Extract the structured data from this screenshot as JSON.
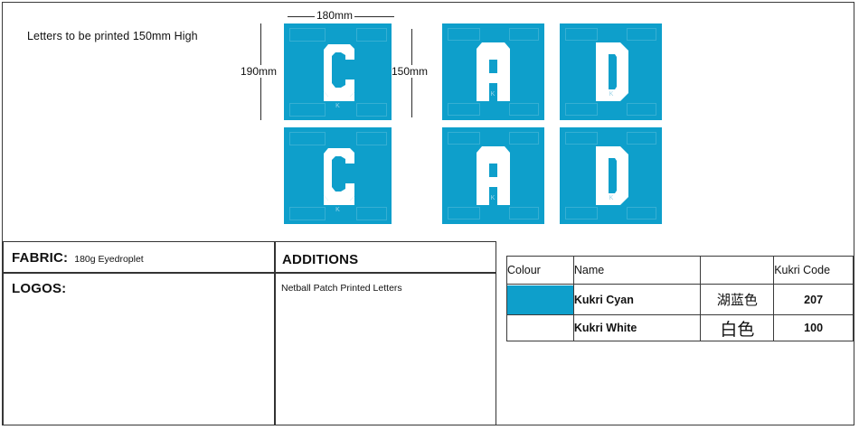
{
  "document": {
    "note": "Letters to be printed 150mm High"
  },
  "colors": {
    "kukri_cyan": "#0e9fcb",
    "kukri_white": "#ffffff",
    "line": "#333333"
  },
  "dimensions": {
    "width_label": "180mm",
    "height_left_label": "190mm",
    "height_right_label": "150mm"
  },
  "artwork": {
    "tiles": [
      {
        "letter": "C",
        "row": 1,
        "col": 1
      },
      {
        "letter": "A",
        "row": 1,
        "col": 2
      },
      {
        "letter": "D",
        "row": 1,
        "col": 3
      },
      {
        "letter": "C",
        "row": 2,
        "col": 1
      },
      {
        "letter": "A",
        "row": 2,
        "col": 2
      },
      {
        "letter": "D",
        "row": 2,
        "col": 3
      }
    ]
  },
  "spec": {
    "fabric_label": "FABRIC:",
    "fabric_value": "180g Eyedroplet",
    "logos_label": "LOGOS:",
    "additions_label": "ADDITIONS",
    "additions_value": "Netball Patch Printed Letters"
  },
  "colour_table": {
    "headers": [
      "Colour",
      "Name",
      "",
      "Kukri Code"
    ],
    "rows": [
      {
        "swatch": "#0e9fcb",
        "name": "Kukri Cyan",
        "name_cn": "湖蓝色",
        "code": "207"
      },
      {
        "swatch": "#ffffff",
        "name": "Kukri White",
        "name_cn": "白色",
        "code": "100"
      }
    ]
  }
}
